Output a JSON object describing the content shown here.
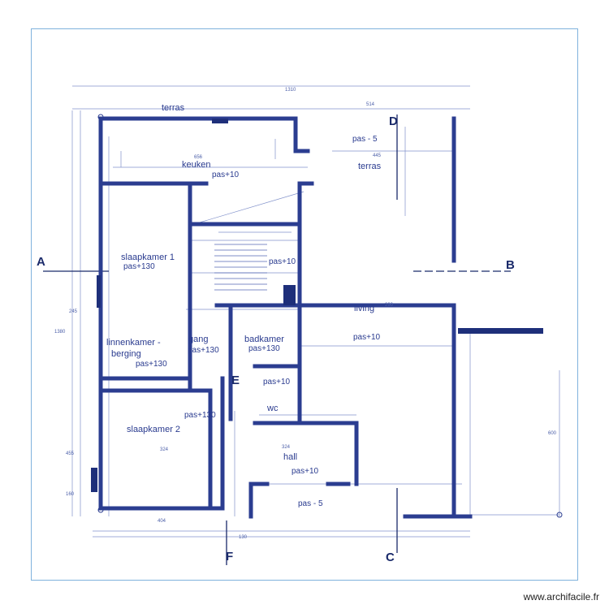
{
  "rooms": {
    "terras_top": "terras",
    "keuken": "keuken",
    "keuken_level": "pas+10",
    "slaapkamer1": "slaapkamer 1",
    "slaapkamer1_level": "pas+130",
    "stair_level": "pas+10",
    "linnenkamer_1": "linnenkamer -",
    "linnenkamer_2": "berging",
    "linnenkamer_level": "pas+130",
    "gang": "gang",
    "gang_level": "pas+130",
    "badkamer": "badkamer",
    "badkamer_level": "pas+130",
    "slaapkamer2": "slaapkamer 2",
    "slaapkamer2_level": "pas+130",
    "wc_level": "pas+10",
    "wc": "wc",
    "hall": "hall",
    "hall_level": "pas+10",
    "pas_bottom": "pas - 5",
    "pas_top_right": "pas - 5",
    "terras_right": "terras",
    "living": "living",
    "living_level": "pas+10"
  },
  "sections": {
    "A": "A",
    "B": "B",
    "C": "C",
    "D": "D",
    "E": "E",
    "F": "F"
  },
  "dimensions": {
    "top_total": "1310",
    "top_right": "514",
    "left_total": "1380",
    "left_245": "245",
    "left_455": "455",
    "left_160": "160",
    "keuken_w": "656",
    "bottom_404": "404",
    "bottom_130": "130",
    "living_290": "290",
    "living_445": "445",
    "right_600": "600",
    "slaap2_324": "324",
    "hall_324": "324"
  },
  "watermark": "www.archifacile.fr",
  "colors": {
    "wall": "#2b3d90",
    "line": "#6c7fc2",
    "text": "#2a3b8f",
    "frame": "#7fb2dd"
  }
}
